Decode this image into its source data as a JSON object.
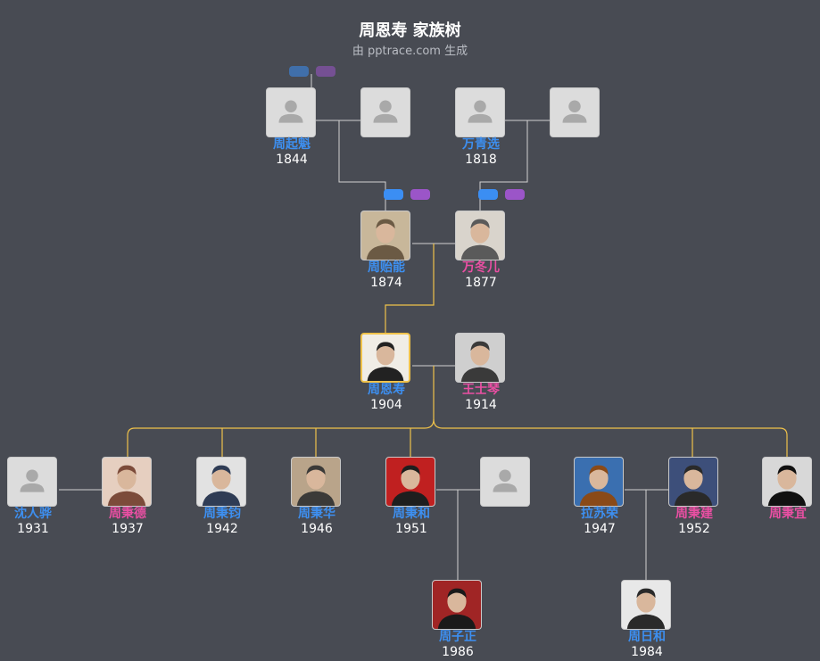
{
  "header": {
    "title": "周恩寿 家族树",
    "subtitle": "由 pptrace.com 生成"
  },
  "colors": {
    "male": "#3d8ff0",
    "female": "#ea4fa3",
    "line_gray": "#d2d2d2",
    "line_gold": "#f0c24a",
    "background": "#484b53"
  },
  "people": [
    {
      "id": "zhou_qikui",
      "name": "周起魁",
      "year": "1844",
      "gender": "m",
      "photo": "placeholder-avatar-icon"
    },
    {
      "id": "gp1_spouse",
      "name": "",
      "year": "",
      "gender": "f",
      "photo": "placeholder-avatar-icon"
    },
    {
      "id": "wan_qingxuan",
      "name": "万青选",
      "year": "1818",
      "gender": "m",
      "photo": "placeholder-avatar-icon"
    },
    {
      "id": "gp2_spouse",
      "name": "",
      "year": "",
      "gender": "f",
      "photo": "placeholder-avatar-icon"
    },
    {
      "id": "zhou_yineng",
      "name": "周贻能",
      "year": "1874",
      "gender": "m",
      "photo": "portrait-photo"
    },
    {
      "id": "wan_donger",
      "name": "万冬儿",
      "year": "1877",
      "gender": "f",
      "photo": "portrait-photo"
    },
    {
      "id": "zhou_enshou",
      "name": "周恩寿",
      "year": "1904",
      "gender": "m",
      "photo": "portrait-photo",
      "selected": true
    },
    {
      "id": "wang_shiqin",
      "name": "王士琴",
      "year": "1914",
      "gender": "f",
      "photo": "portrait-photo"
    },
    {
      "id": "shen_renhua",
      "name": "沈人骅",
      "year": "1931",
      "gender": "m",
      "photo": "placeholder-avatar-icon"
    },
    {
      "id": "zhou_bingde",
      "name": "周秉德",
      "year": "1937",
      "gender": "f",
      "photo": "portrait-photo"
    },
    {
      "id": "zhou_bingjun",
      "name": "周秉钧",
      "year": "1942",
      "gender": "m",
      "photo": "portrait-photo"
    },
    {
      "id": "zhou_binghua",
      "name": "周秉华",
      "year": "1946",
      "gender": "m",
      "photo": "portrait-photo"
    },
    {
      "id": "zhou_binghe",
      "name": "周秉和",
      "year": "1951",
      "gender": "m",
      "photo": "portrait-photo"
    },
    {
      "id": "binghe_spouse",
      "name": "",
      "year": "",
      "gender": "f",
      "photo": "placeholder-avatar-icon"
    },
    {
      "id": "la_surong",
      "name": "拉苏荣",
      "year": "1947",
      "gender": "m",
      "photo": "portrait-photo"
    },
    {
      "id": "zhou_bingjian",
      "name": "周秉建",
      "year": "1952",
      "gender": "f",
      "photo": "portrait-photo"
    },
    {
      "id": "zhou_bingyi",
      "name": "周秉宜",
      "year": "",
      "gender": "f",
      "photo": "portrait-photo"
    },
    {
      "id": "zhou_zizheng",
      "name": "周子正",
      "year": "1986",
      "gender": "m",
      "photo": "portrait-photo"
    },
    {
      "id": "zhou_rihe",
      "name": "周日和",
      "year": "1984",
      "gender": "m",
      "photo": "portrait-photo"
    }
  ]
}
